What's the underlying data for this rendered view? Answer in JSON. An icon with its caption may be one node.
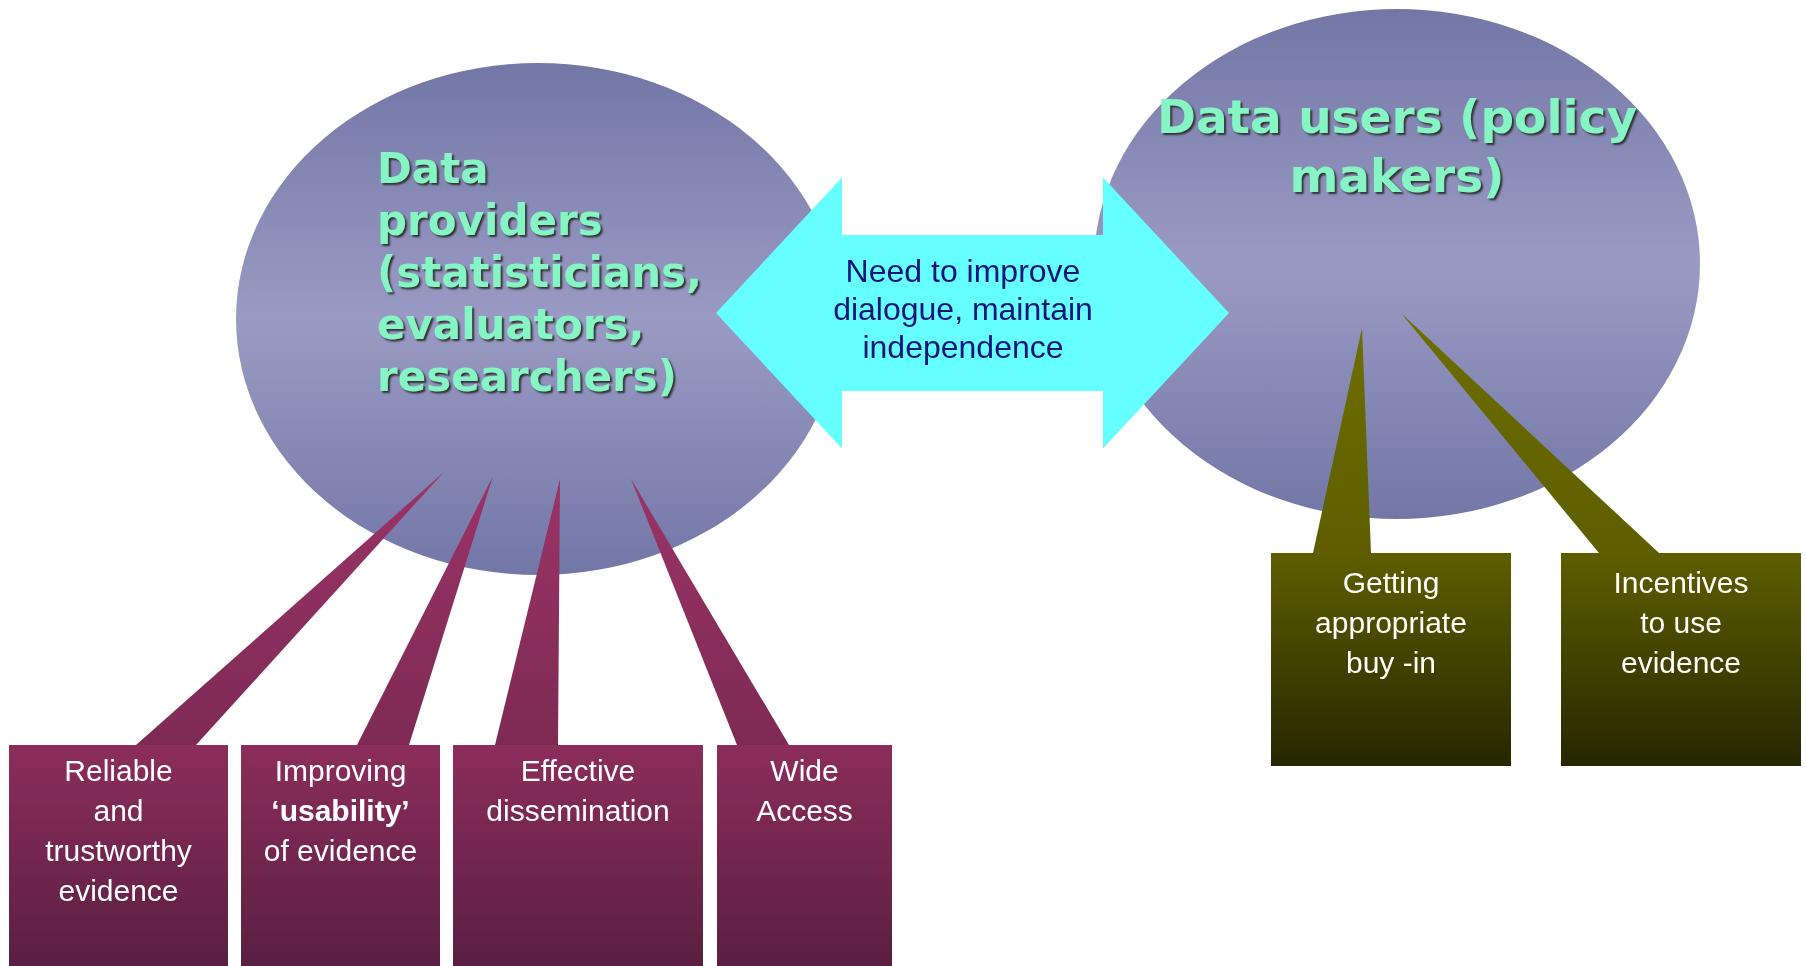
{
  "diagram": {
    "nodes": [
      {
        "text": [
          "Data providers (statisticians, evaluators, researchers)"
        ]
      },
      {
        "text": [
          "Data users (policy makers)"
        ]
      },
      {
        "text": [
          "Reliable and trustworthy evidence"
        ]
      },
      {
        "text": [
          "Improving **‘usability’** of evidence"
        ]
      },
      {
        "text": [
          "Effective dissemination"
        ]
      },
      {
        "text": [
          "Wide Access"
        ]
      },
      {
        "text": [
          "Getting appropriate buy -in"
        ]
      },
      {
        "text": [
          "Incentives to use evidence"
        ]
      }
    ],
    "edges": [
      {
        "from": 0,
        "to": 1,
        "arrow": "both",
        "label": "Need to improve dialogue,  maintain independence"
      },
      {
        "from": 0,
        "to": 2,
        "arrow": "none"
      },
      {
        "from": 0,
        "to": 3,
        "arrow": "none"
      },
      {
        "from": 0,
        "to": 4,
        "arrow": "none"
      },
      {
        "from": 0,
        "to": 5,
        "arrow": "none"
      },
      {
        "from": 1,
        "to": 6,
        "arrow": "none"
      },
      {
        "from": 1,
        "to": 7,
        "arrow": "none"
      }
    ]
  }
}
